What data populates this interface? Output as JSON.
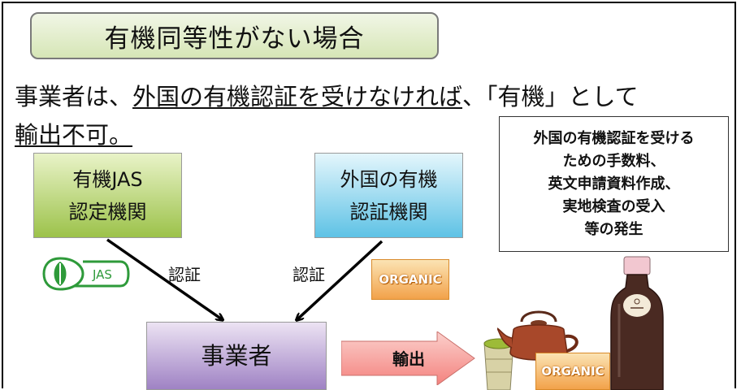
{
  "title": "有機同等性がない場合",
  "lead": {
    "part1": "事業者は、",
    "underlined1": "外国の有機認証を受けなければ",
    "part2": "、「有機」として",
    "underlined2": "輸出不可。"
  },
  "cost_box": {
    "lines": [
      "外国の有機認証を受ける",
      "ための手数料、",
      "英文申請資料作成、",
      "実地検査の受入",
      "等の発生"
    ]
  },
  "org_jas": {
    "line1": "有機JAS",
    "line2": "認定機関"
  },
  "org_foreign": {
    "line1": "外国の有機",
    "line2": "認証機関"
  },
  "business": "事業者",
  "certify_left": "認証",
  "certify_right": "認証",
  "export": "輸出",
  "jas_logo_text": "JAS",
  "organic_label": "ORGANIC",
  "colors": {
    "title_bg": "#d6e6b6",
    "jas_green": "#9cc24a",
    "foreign_blue": "#5ec2e5",
    "business_purple": "#9f82c4",
    "export_arrow": "#f4827e",
    "organic_orange": "#f2a24a"
  }
}
